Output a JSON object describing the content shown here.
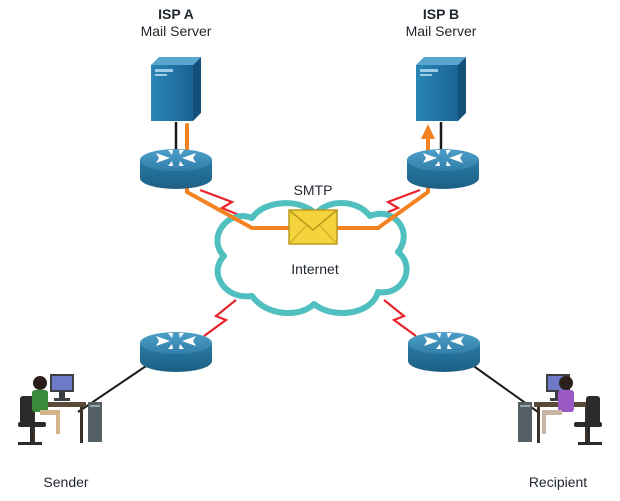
{
  "isp_a": {
    "title": "ISP A",
    "subtitle": "Mail Server"
  },
  "isp_b": {
    "title": "ISP B",
    "subtitle": "Mail Server"
  },
  "protocol_label": "SMTP",
  "cloud_label": "Internet",
  "sender_label": "Sender",
  "recipient_label": "Recipient",
  "colors": {
    "server_blue": "#1e73a3",
    "router_blue": "#2d7ea8",
    "cloud_stroke": "#4fbfbf",
    "mail_path_orange": "#f58220",
    "serial_link_red": "#e8232a",
    "envelope_yellow": "#f5d33c",
    "cable_black": "#1a1a1a"
  }
}
